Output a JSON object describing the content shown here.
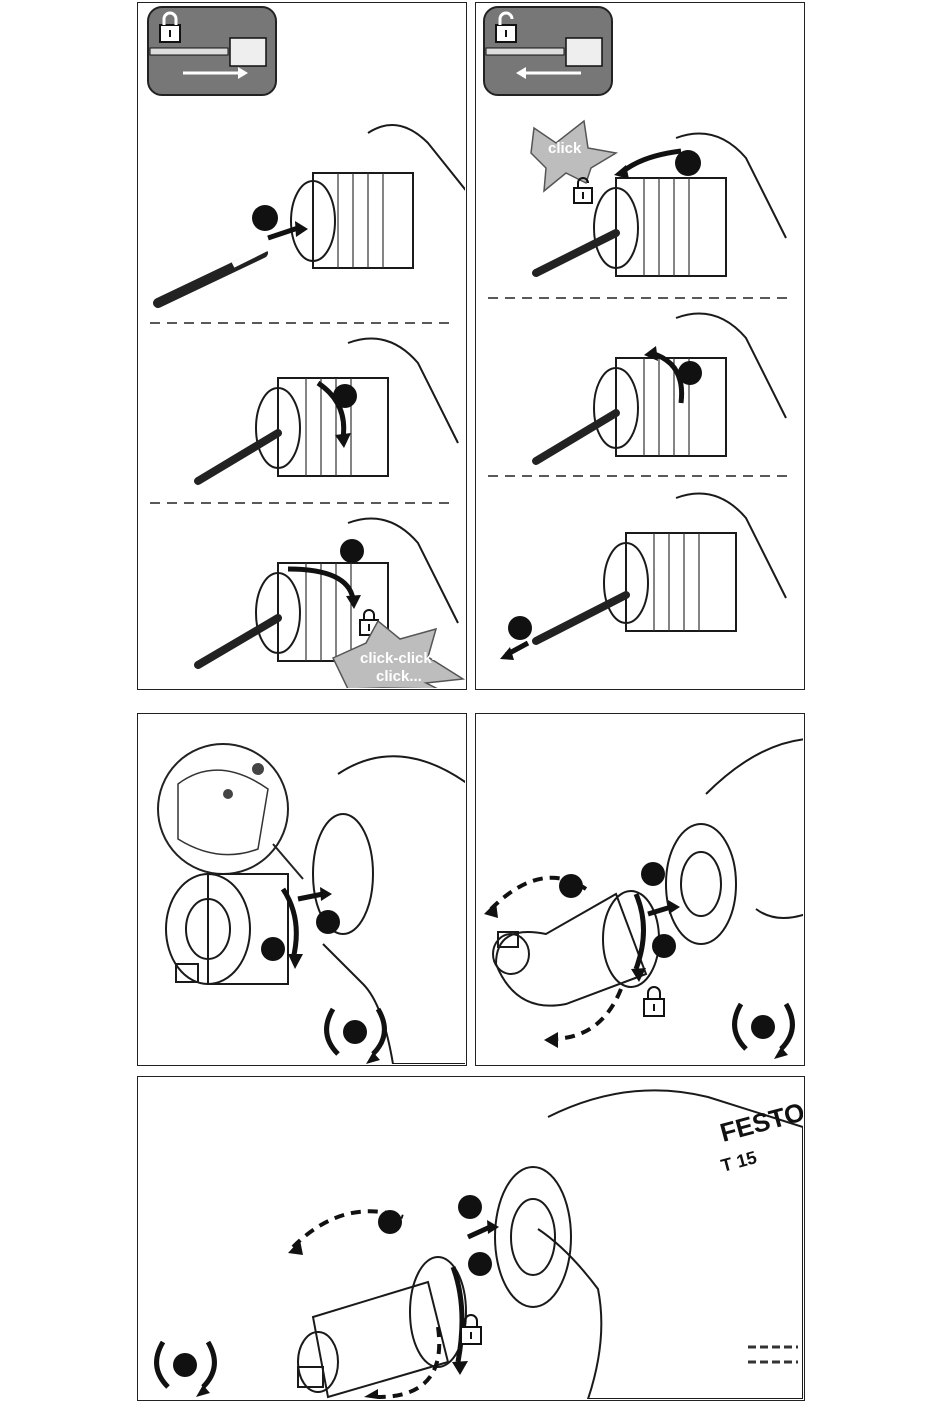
{
  "diagram": {
    "top_left": {
      "bursts": [
        {
          "text_line1": "click-click-",
          "text_line2": "click..."
        }
      ]
    },
    "top_right": {
      "bursts": [
        {
          "text_line1": "click"
        }
      ]
    },
    "bottom": {
      "tool_brand": "FESTOOL",
      "tool_model": "T 15"
    }
  }
}
